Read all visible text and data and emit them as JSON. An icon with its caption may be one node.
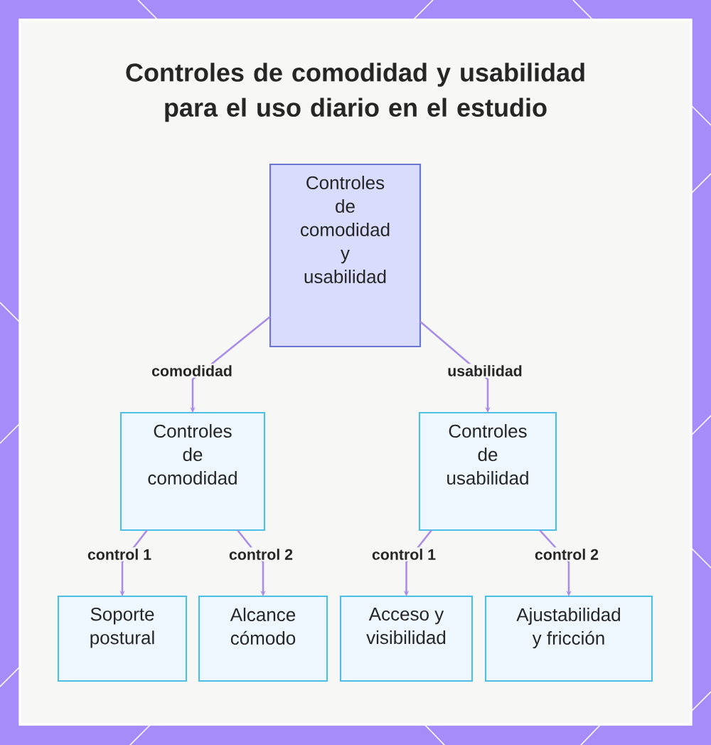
{
  "diagram": {
    "title": "Controles de comodidad y usabilidad para el uso diario en el estudio",
    "nodes": [
      {
        "text": [
          "Controles de comodidad y usabilidad"
        ]
      },
      {
        "text": [
          "Controles de comodidad"
        ]
      },
      {
        "text": [
          "Controles de usabilidad"
        ]
      },
      {
        "text": [
          "Soporte postural"
        ]
      },
      {
        "text": [
          "Alcance cómodo"
        ]
      },
      {
        "text": [
          "Acceso y visibilidad"
        ]
      },
      {
        "text": [
          "Ajustabilidad y fricción"
        ]
      }
    ],
    "edges": [
      {
        "from": 0,
        "to": 1,
        "arrow": "to",
        "label": "comodidad"
      },
      {
        "from": 0,
        "to": 2,
        "arrow": "to",
        "label": "usabilidad"
      },
      {
        "from": 1,
        "to": 3,
        "arrow": "to",
        "label": "control 1"
      },
      {
        "from": 1,
        "to": 4,
        "arrow": "to",
        "label": "control 2"
      },
      {
        "from": 2,
        "to": 5,
        "arrow": "to",
        "label": "control 1"
      },
      {
        "from": 2,
        "to": 6,
        "arrow": "to",
        "label": "control 2"
      }
    ]
  }
}
